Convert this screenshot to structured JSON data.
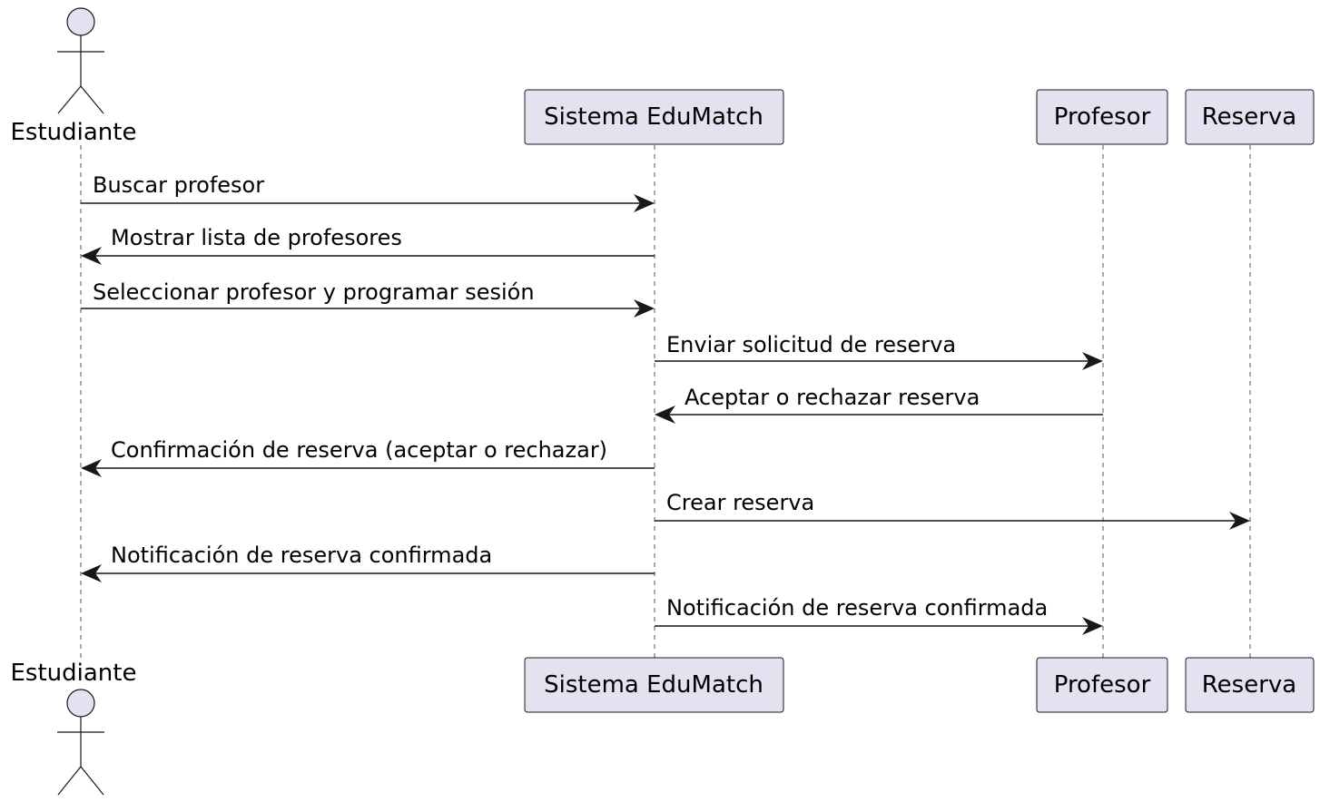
{
  "participants": [
    {
      "id": "estudiante",
      "label": "Estudiante",
      "kind": "actor"
    },
    {
      "id": "sistema",
      "label": "Sistema EduMatch",
      "kind": "participant"
    },
    {
      "id": "profesor",
      "label": "Profesor",
      "kind": "participant"
    },
    {
      "id": "reserva",
      "label": "Reserva",
      "kind": "participant"
    }
  ],
  "messages": [
    {
      "from": "estudiante",
      "to": "sistema",
      "label": "Buscar profesor"
    },
    {
      "from": "sistema",
      "to": "estudiante",
      "label": "Mostrar lista de profesores"
    },
    {
      "from": "estudiante",
      "to": "sistema",
      "label": "Seleccionar profesor y programar sesión"
    },
    {
      "from": "sistema",
      "to": "profesor",
      "label": "Enviar solicitud de reserva"
    },
    {
      "from": "profesor",
      "to": "sistema",
      "label": "Aceptar o rechazar reserva"
    },
    {
      "from": "sistema",
      "to": "estudiante",
      "label": "Confirmación de reserva (aceptar o rechazar)"
    },
    {
      "from": "sistema",
      "to": "reserva",
      "label": "Crear reserva"
    },
    {
      "from": "sistema",
      "to": "estudiante",
      "label": "Notificación de reserva confirmada"
    },
    {
      "from": "sistema",
      "to": "profesor",
      "label": "Notificación de reserva confirmada"
    }
  ],
  "colors": {
    "participant_fill": "#E2E2F0",
    "line": "#181818",
    "text": "#000000"
  }
}
